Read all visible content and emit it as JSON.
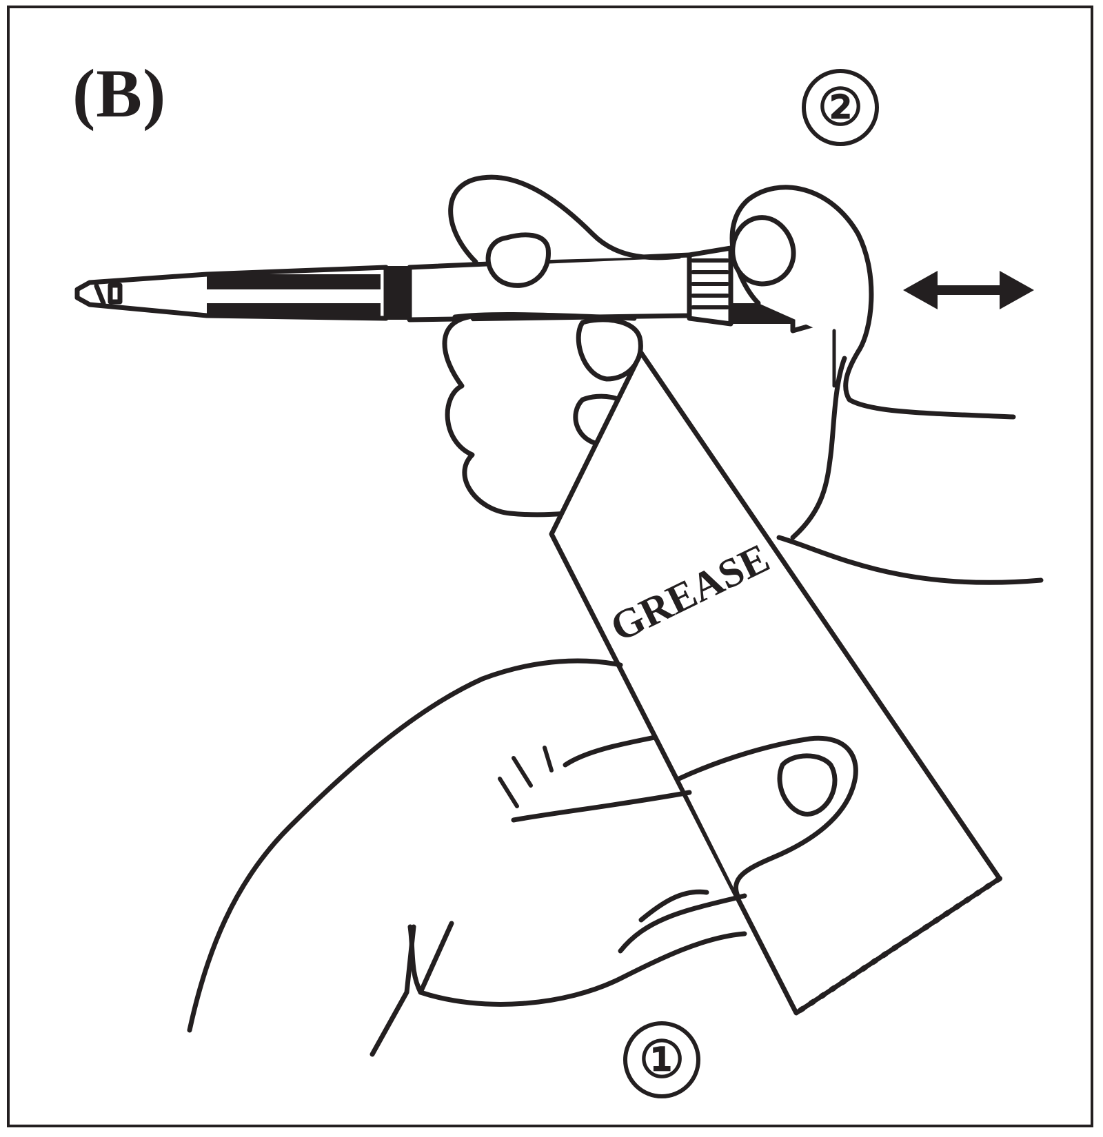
{
  "figure": {
    "label": "(B)",
    "step_markers": {
      "first": "①",
      "second": "②"
    },
    "tube_label": "GREASE",
    "motion_indicator": "double-arrow-icon"
  },
  "colors": {
    "ink": "#231f20",
    "background": "#ffffff"
  }
}
